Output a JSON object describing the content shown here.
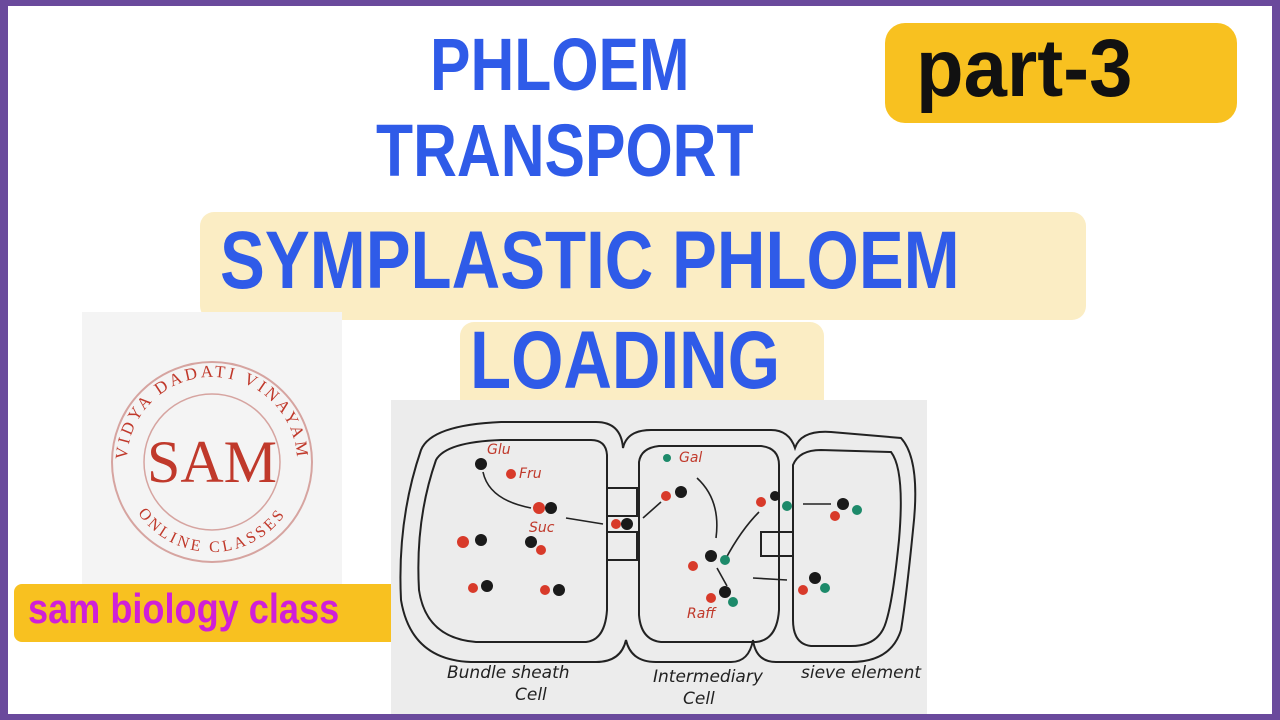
{
  "title": {
    "line1": "PHLOEM",
    "line2": "TRANSPORT",
    "line3": "SYMPLASTIC PHLOEM",
    "line4": "LOADING"
  },
  "badge": {
    "part": "part-3"
  },
  "channel": {
    "name": "sam biology class"
  },
  "logo": {
    "initials": "SAM",
    "ring_top": "VIDYA DADATI VINAYAM",
    "ring_bottom": "ONLINE CLASSES"
  },
  "diagram": {
    "molecules": [
      "Glu",
      "Fru",
      "Suc",
      "Gal",
      "Raff"
    ],
    "cells": [
      "Bundle sheath",
      "Cell",
      "Intermediary",
      "Cell",
      "sieve element"
    ]
  },
  "colors": {
    "title": "#2f5be8",
    "badge": "#f8c120",
    "channel_text": "#d020d8",
    "highlight": "#fbedc4",
    "logo": "#c0392b",
    "frame": "#6a4a9c"
  }
}
